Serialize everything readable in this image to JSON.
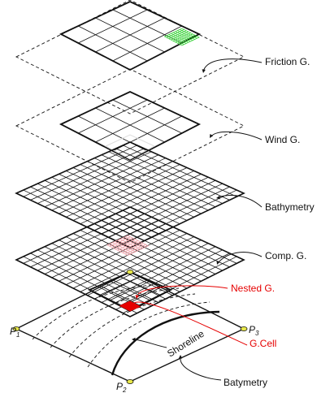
{
  "labels": {
    "friction": "Friction G.",
    "wind": "Wind G.",
    "bathymetry": "Bathymetry",
    "comp": "Comp. G.",
    "nested": "Nested G.",
    "gcell": "G.Cell",
    "batymetry": "Batymetry",
    "shoreline": "Shoreline",
    "p1": "P",
    "p1_sub": "1",
    "p2": "P",
    "p2_sub": "2",
    "p3": "P",
    "p3_sub": "3"
  },
  "colors": {
    "ink": "#111111",
    "red": "#e60000",
    "green": "#22cc22",
    "pink": "#f0a0a8",
    "gray": "#999999",
    "yellow": "#e8e84a"
  },
  "layers": {
    "friction": {
      "outer_style": "dashed",
      "inner_grid": "4x4",
      "highlight": "green 8x8 in bottom cell"
    },
    "wind": {
      "outer_style": "dashed",
      "inner_grid": "4x4"
    },
    "bathymetry": {
      "grid": "16x16"
    },
    "comp": {
      "grid": "16x16",
      "nested_highlight": "pink"
    },
    "base": {
      "inner_grid": "4x4",
      "highlighted_cell": "red"
    }
  }
}
